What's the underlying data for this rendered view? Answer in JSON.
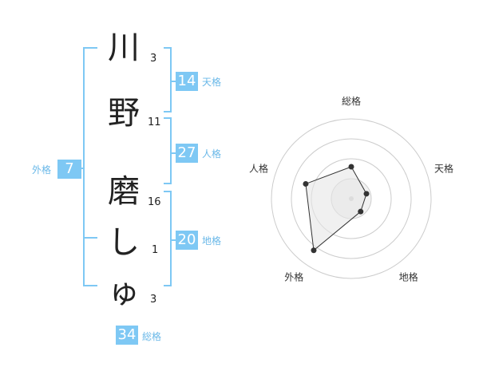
{
  "name": {
    "characters": [
      {
        "char": "川",
        "strokes": "3"
      },
      {
        "char": "野",
        "strokes": "11"
      },
      {
        "char": "磨",
        "strokes": "16"
      },
      {
        "char": "し",
        "strokes": "1"
      },
      {
        "char": "ゅ",
        "strokes": "3"
      }
    ]
  },
  "fortune": {
    "tenkaku": {
      "value": "14",
      "label": "天格"
    },
    "jinkaku": {
      "value": "27",
      "label": "人格"
    },
    "chikaku": {
      "value": "20",
      "label": "地格"
    },
    "gaikaku": {
      "value": "7",
      "label": "外格"
    },
    "soukaku": {
      "value": "34",
      "label": "総格"
    }
  },
  "colors": {
    "accent": "#7ec8f4",
    "label": "#6ab8e8",
    "bracket": "#7ec8f4"
  },
  "chart_data": {
    "type": "radar",
    "axes": [
      "総格",
      "天格",
      "地格",
      "外格",
      "人格"
    ],
    "values": [
      0.4,
      0.2,
      0.2,
      0.8,
      0.6
    ],
    "rings": 4,
    "rmax": 100
  }
}
